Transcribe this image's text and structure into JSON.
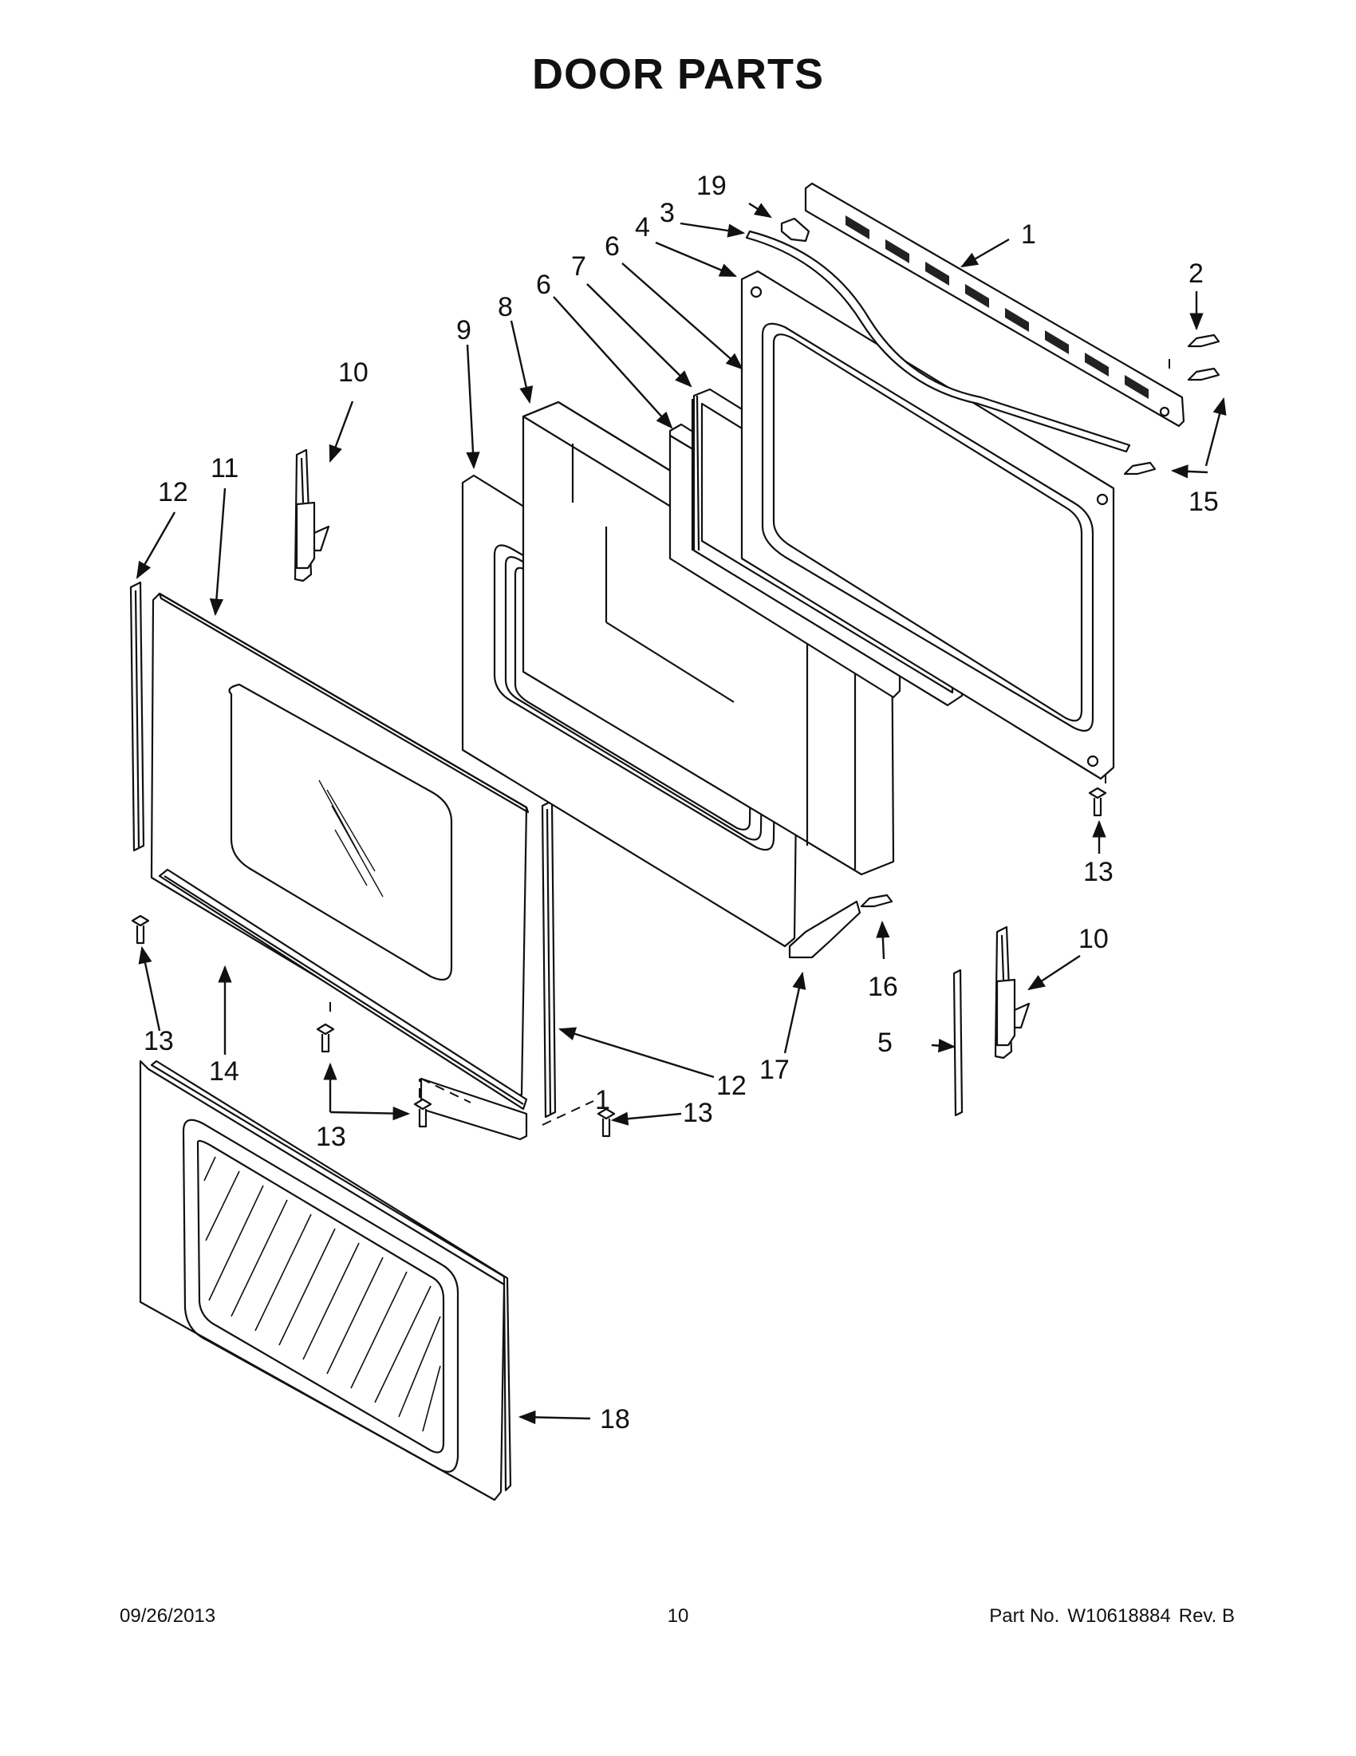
{
  "title": "DOOR PARTS",
  "footer": {
    "date": "09/26/2013",
    "page": "10",
    "part_prefix": "Part No.",
    "part_number": "W10618884",
    "revision": "Rev. B"
  },
  "callouts": {
    "c1": "1",
    "c2": "2",
    "c3": "3",
    "c4": "4",
    "c5": "5",
    "c6a": "6",
    "c6b": "6",
    "c7": "7",
    "c8": "8",
    "c9": "9",
    "c10a": "10",
    "c10b": "10",
    "c11": "11",
    "c12a": "12",
    "c12b": "12",
    "c13a": "13",
    "c13b": "13",
    "c13c": "13",
    "c13d": "13",
    "c14": "14",
    "c15": "15",
    "c16": "16",
    "c17": "17",
    "c18": "18",
    "c19": "19",
    "c1small": "1"
  }
}
